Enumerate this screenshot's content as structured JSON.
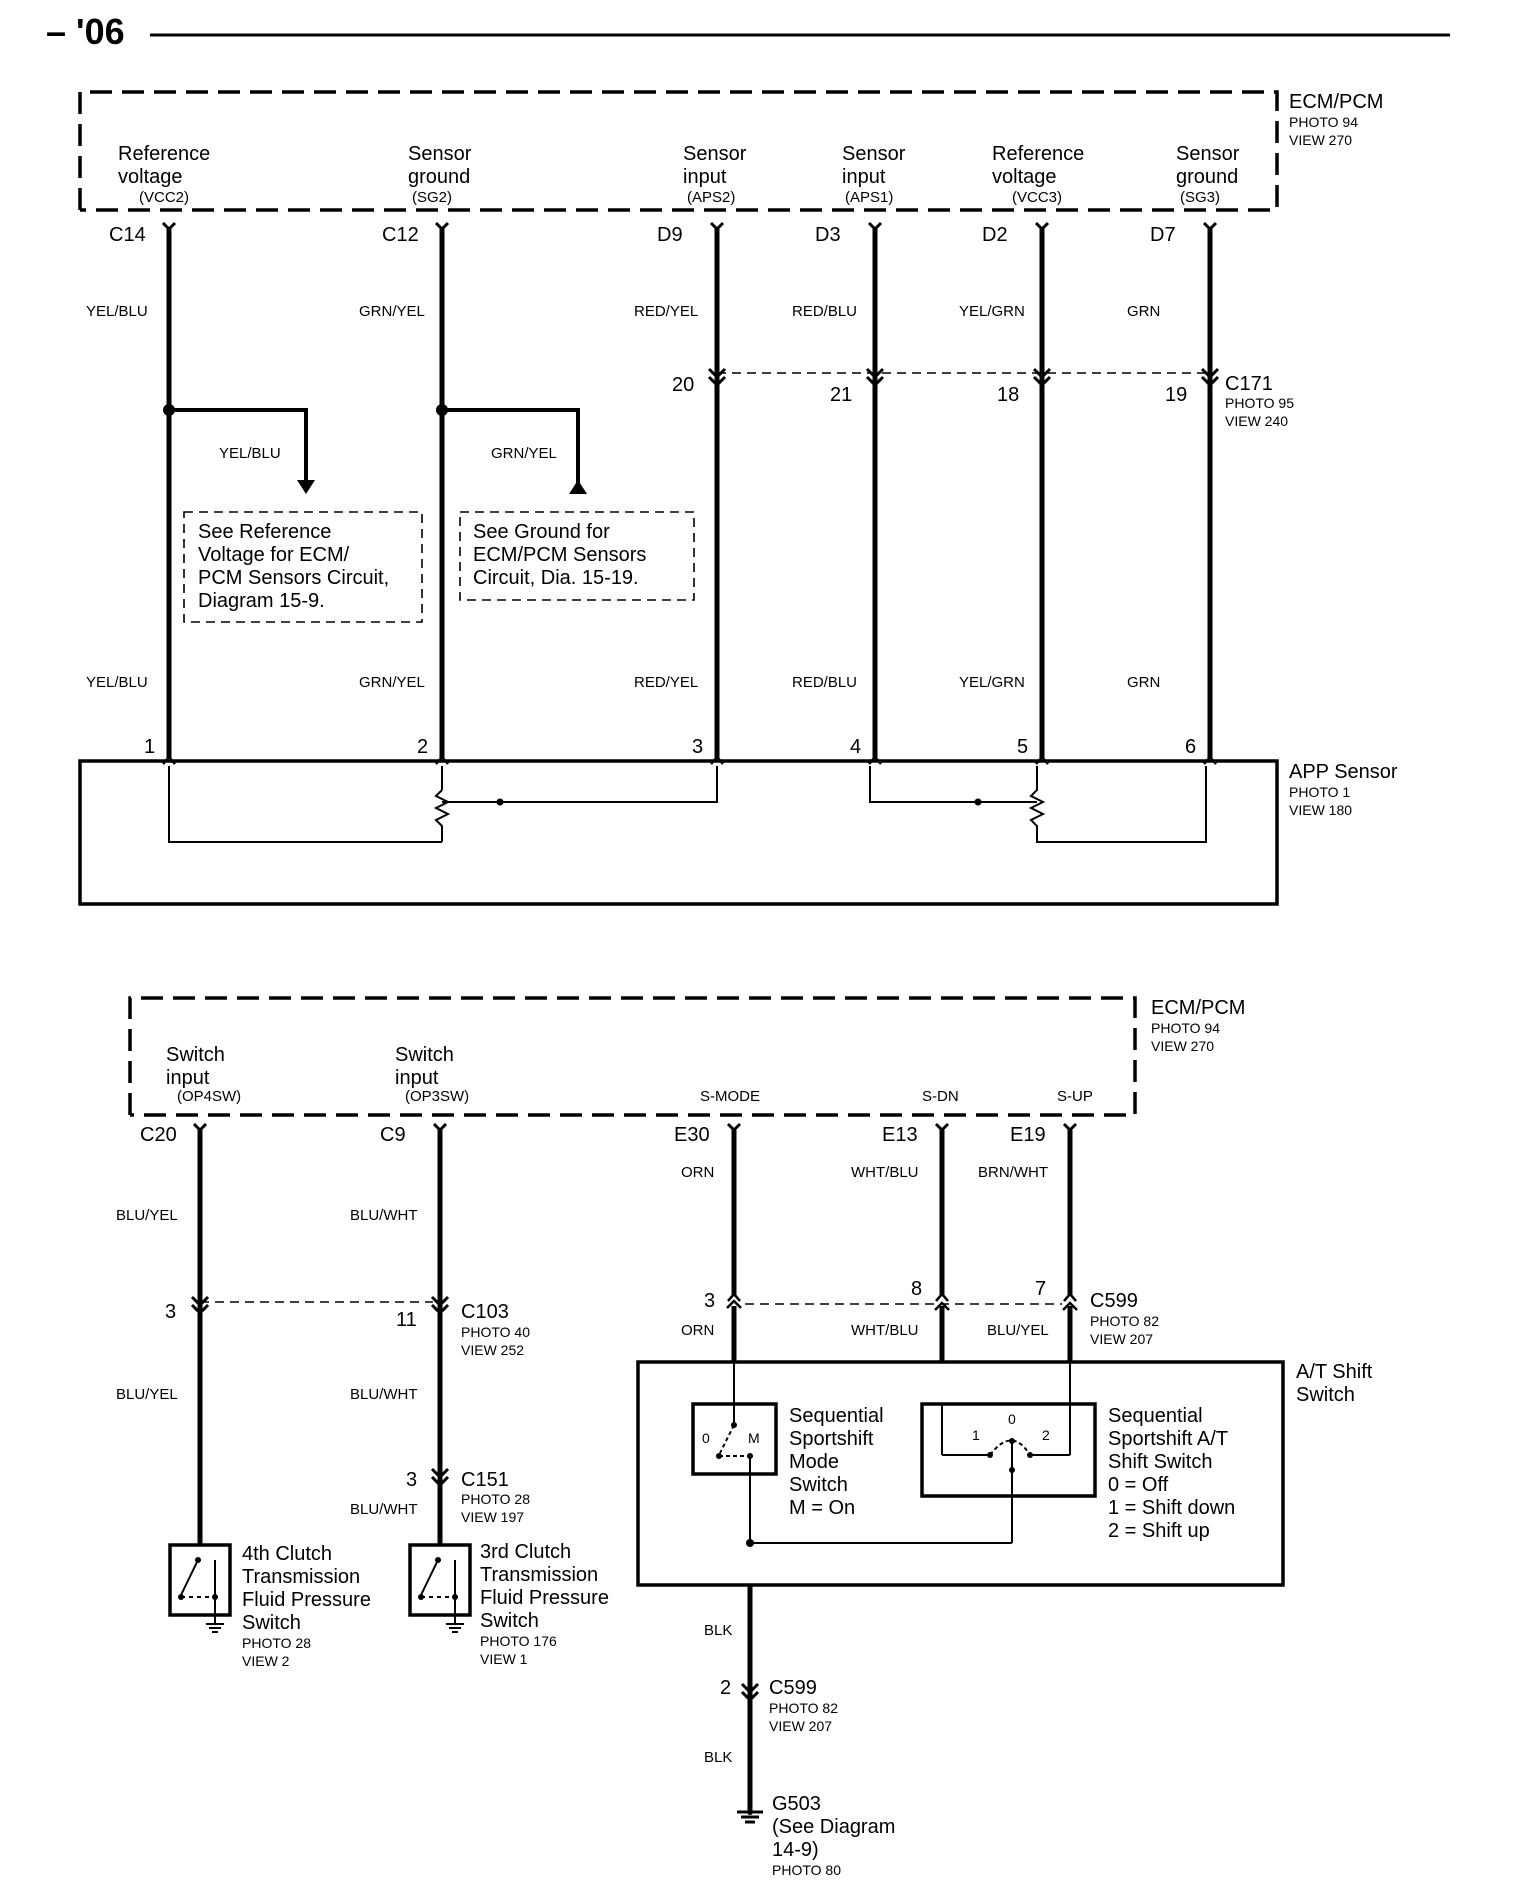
{
  "header": {
    "title": "– '06"
  },
  "top": {
    "ecm": {
      "name": "ECM/PCM",
      "photo": "PHOTO 94",
      "view": "VIEW 270"
    },
    "terminals": [
      {
        "l1": "Reference",
        "l2": "voltage",
        "code": "(VCC2)",
        "pin": "C14",
        "wire": "YEL/BLU",
        "c171": "",
        "sensor_pin": "1"
      },
      {
        "l1": "Sensor",
        "l2": "ground",
        "code": "(SG2)",
        "pin": "C12",
        "wire": "GRN/YEL",
        "c171": "",
        "sensor_pin": "2"
      },
      {
        "l1": "Sensor",
        "l2": "input",
        "code": "(APS2)",
        "pin": "D9",
        "wire": "RED/YEL",
        "c171": "20",
        "sensor_pin": "3"
      },
      {
        "l1": "Sensor",
        "l2": "input",
        "code": "(APS1)",
        "pin": "D3",
        "wire": "RED/BLU",
        "c171": "21",
        "sensor_pin": "4"
      },
      {
        "l1": "Reference",
        "l2": "voltage",
        "code": "(VCC3)",
        "pin": "D2",
        "wire": "YEL/GRN",
        "c171": "18",
        "sensor_pin": "5"
      },
      {
        "l1": "Sensor",
        "l2": "ground",
        "code": "(SG3)",
        "pin": "D7",
        "wire": "GRN",
        "c171": "19",
        "sensor_pin": "6"
      }
    ],
    "c171": {
      "name": "C171",
      "photo": "PHOTO 95",
      "view": "VIEW 240"
    },
    "branch1": {
      "wire": "YEL/BLU",
      "note": [
        "See Reference",
        "Voltage for ECM/",
        "PCM Sensors Circuit,",
        "Diagram 15-9."
      ]
    },
    "branch2": {
      "wire": "GRN/YEL",
      "note": [
        "See Ground for",
        "ECM/PCM Sensors",
        "Circuit, Dia. 15-19."
      ]
    },
    "app_sensor": {
      "name": "APP Sensor",
      "photo": "PHOTO 1",
      "view": "VIEW 180"
    }
  },
  "bottom": {
    "ecm": {
      "name": "ECM/PCM",
      "photo": "PHOTO 94",
      "view": "VIEW 270"
    },
    "terminals": [
      {
        "l1": "Switch",
        "l2": "input",
        "code": "(OP4SW)",
        "pin": "C20",
        "wire": "BLU/YEL"
      },
      {
        "l1": "Switch",
        "l2": "input",
        "code": "(OP3SW)",
        "pin": "C9",
        "wire": "BLU/WHT"
      },
      {
        "l1": "",
        "l2": "",
        "code": "S-MODE",
        "pin": "E30",
        "wire": "ORN"
      },
      {
        "l1": "",
        "l2": "",
        "code": "S-DN",
        "pin": "E13",
        "wire": "WHT/BLU"
      },
      {
        "l1": "",
        "l2": "",
        "code": "S-UP",
        "pin": "E19",
        "wire": "BRN/WHT"
      }
    ],
    "c103": {
      "name": "C103",
      "photo": "PHOTO 40",
      "view": "VIEW 252",
      "pin_a": "3",
      "pin_b": "11"
    },
    "c151": {
      "name": "C151",
      "photo": "PHOTO 28",
      "view": "VIEW 197",
      "pin": "3",
      "wire": "BLU/WHT"
    },
    "c599a": {
      "name": "C599",
      "photo": "PHOTO 82",
      "view": "VIEW 207",
      "pins": [
        "3",
        "8",
        "7"
      ],
      "wires_below": [
        "ORN",
        "WHT/BLU",
        "BLU/YEL"
      ]
    },
    "wires_mid": [
      "BLU/YEL",
      "BLU/WHT"
    ],
    "sw4": {
      "lines": [
        "4th Clutch",
        "Transmission",
        "Fluid Pressure",
        "Switch"
      ],
      "photo": "PHOTO 28",
      "view": "VIEW 2"
    },
    "sw3": {
      "lines": [
        "3rd Clutch",
        "Transmission",
        "Fluid Pressure",
        "Switch"
      ],
      "photo": "PHOTO 176",
      "view": "VIEW 1"
    },
    "at_switch": {
      "name": [
        "A/T Shift",
        "Switch"
      ]
    },
    "mode_switch": {
      "lines": [
        "Sequential",
        "Sportshift",
        "Mode",
        "Switch",
        "M = On"
      ],
      "pos0": "0",
      "posM": "M"
    },
    "shift_switch": {
      "lines": [
        "Sequential",
        "Sportshift A/T",
        "Shift Switch",
        "0  = Off",
        "1  = Shift down",
        "2  = Shift up"
      ],
      "p0": "0",
      "p1": "1",
      "p2": "2"
    },
    "ground_wire1": "BLK",
    "c599b": {
      "name": "C599",
      "photo": "PHOTO 82",
      "view": "VIEW 207",
      "pin": "2"
    },
    "ground_wire2": "BLK",
    "g503": {
      "name": "G503",
      "lines": [
        "(See Diagram",
        "14-9)"
      ],
      "photo": "PHOTO 80"
    }
  }
}
